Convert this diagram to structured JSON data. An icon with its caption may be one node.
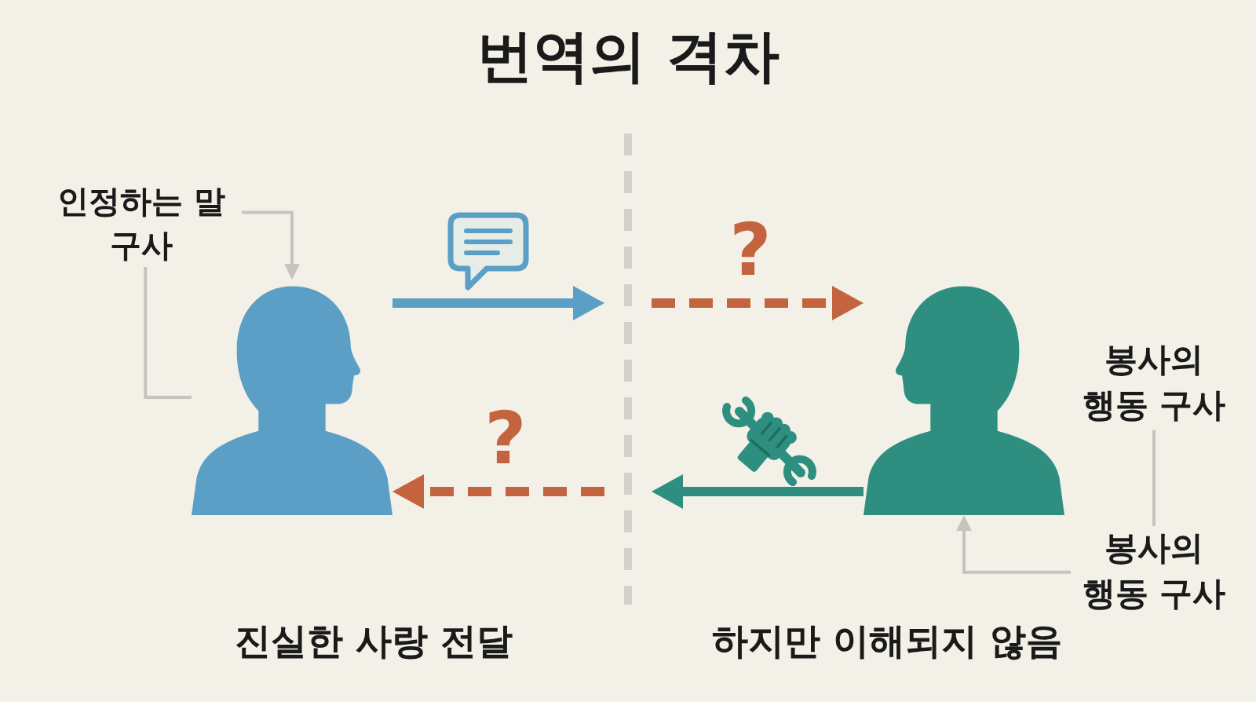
{
  "diagram": {
    "title": "번역의 격차",
    "nodes": [
      {
        "text": [
          "인정하는 말 구사"
        ]
      },
      {
        "text": [],
        "shape": "person"
      },
      {
        "text": [],
        "shape": "person"
      },
      {
        "text": [
          "봉사의 행동 구사"
        ]
      },
      {
        "text": [
          "봉사의 행동 구사"
        ]
      }
    ],
    "edges": [
      {
        "from": 0,
        "to": 1,
        "arrow": "to"
      },
      {
        "from": 0,
        "to": 1,
        "arrow": "none"
      },
      {
        "from": 1,
        "to": null,
        "arrow": "to",
        "style": "thick",
        "color": "#5b9fc6"
      },
      {
        "from": null,
        "to": 2,
        "arrow": "to",
        "style": "dashed",
        "color": "#c4643f"
      },
      {
        "from": 2,
        "to": null,
        "arrow": "to",
        "style": "thick",
        "color": "#2e8e80"
      },
      {
        "from": null,
        "to": 1,
        "arrow": "to",
        "style": "dashed",
        "color": "#c4643f"
      },
      {
        "from": 3,
        "to": 4,
        "arrow": "none"
      },
      {
        "from": 4,
        "to": 2,
        "arrow": "to"
      }
    ],
    "labels": [
      "?",
      "?",
      "진실한 사랑 전달",
      "하지만 이해되지 않음"
    ]
  }
}
